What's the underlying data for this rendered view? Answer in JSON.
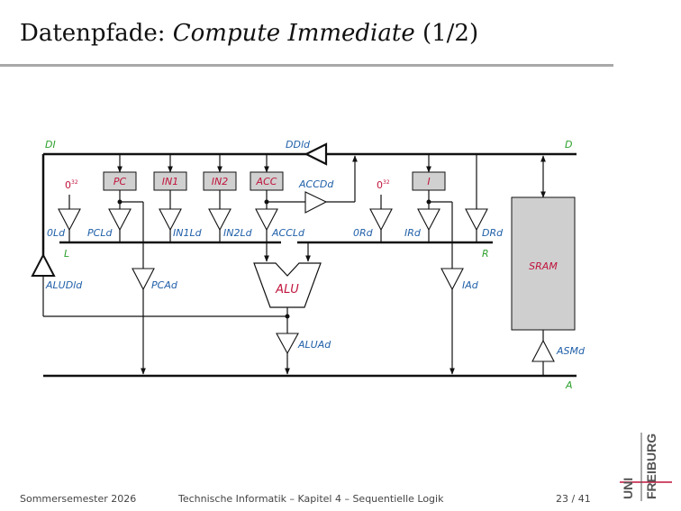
{
  "slide": {
    "title_main": "Datenpfade: ",
    "title_italic": "Compute Immediate",
    "title_suffix": " (1/2)"
  },
  "diagram": {
    "buses": {
      "di": "DI",
      "d": "D",
      "l": "L",
      "r": "R",
      "a": "A"
    },
    "registers": {
      "pc": "PC",
      "in1": "IN1",
      "in2": "IN2",
      "acc": "ACC",
      "i": "I"
    },
    "constants": {
      "zero_left": "0",
      "zero_left_exp": "32",
      "zero_right": "0",
      "zero_right_exp": "32"
    },
    "drivers": {
      "ddld": "DDld",
      "accdd": "ACCDd",
      "old": "0Ld",
      "pcld": "PCLd",
      "in1ld": "IN1Ld",
      "in2ld": "IN2Ld",
      "accld": "ACCLd",
      "ord": "0Rd",
      "ird": "IRd",
      "drd": "DRd",
      "aludld": "ALUDld",
      "pcad": "PCAd",
      "iad": "IAd",
      "aluad": "ALUAd",
      "asmd": "ASMd"
    },
    "units": {
      "alu": "ALU",
      "sram": "SRAM"
    },
    "colors": {
      "bus": "#2ca02c",
      "driver": "#1f5fa8",
      "unit": "#c0143c",
      "register_fill": "#d0d0d0",
      "sram_fill": "#cfcfcf"
    }
  },
  "footer": {
    "left": "Sommersemester 2026",
    "center": "Technische Informatik –  Kapitel 4 – Sequentielle Logik",
    "page": "23 / 41"
  },
  "logo": {
    "line1": "UNI",
    "line2": "FREIBURG"
  }
}
